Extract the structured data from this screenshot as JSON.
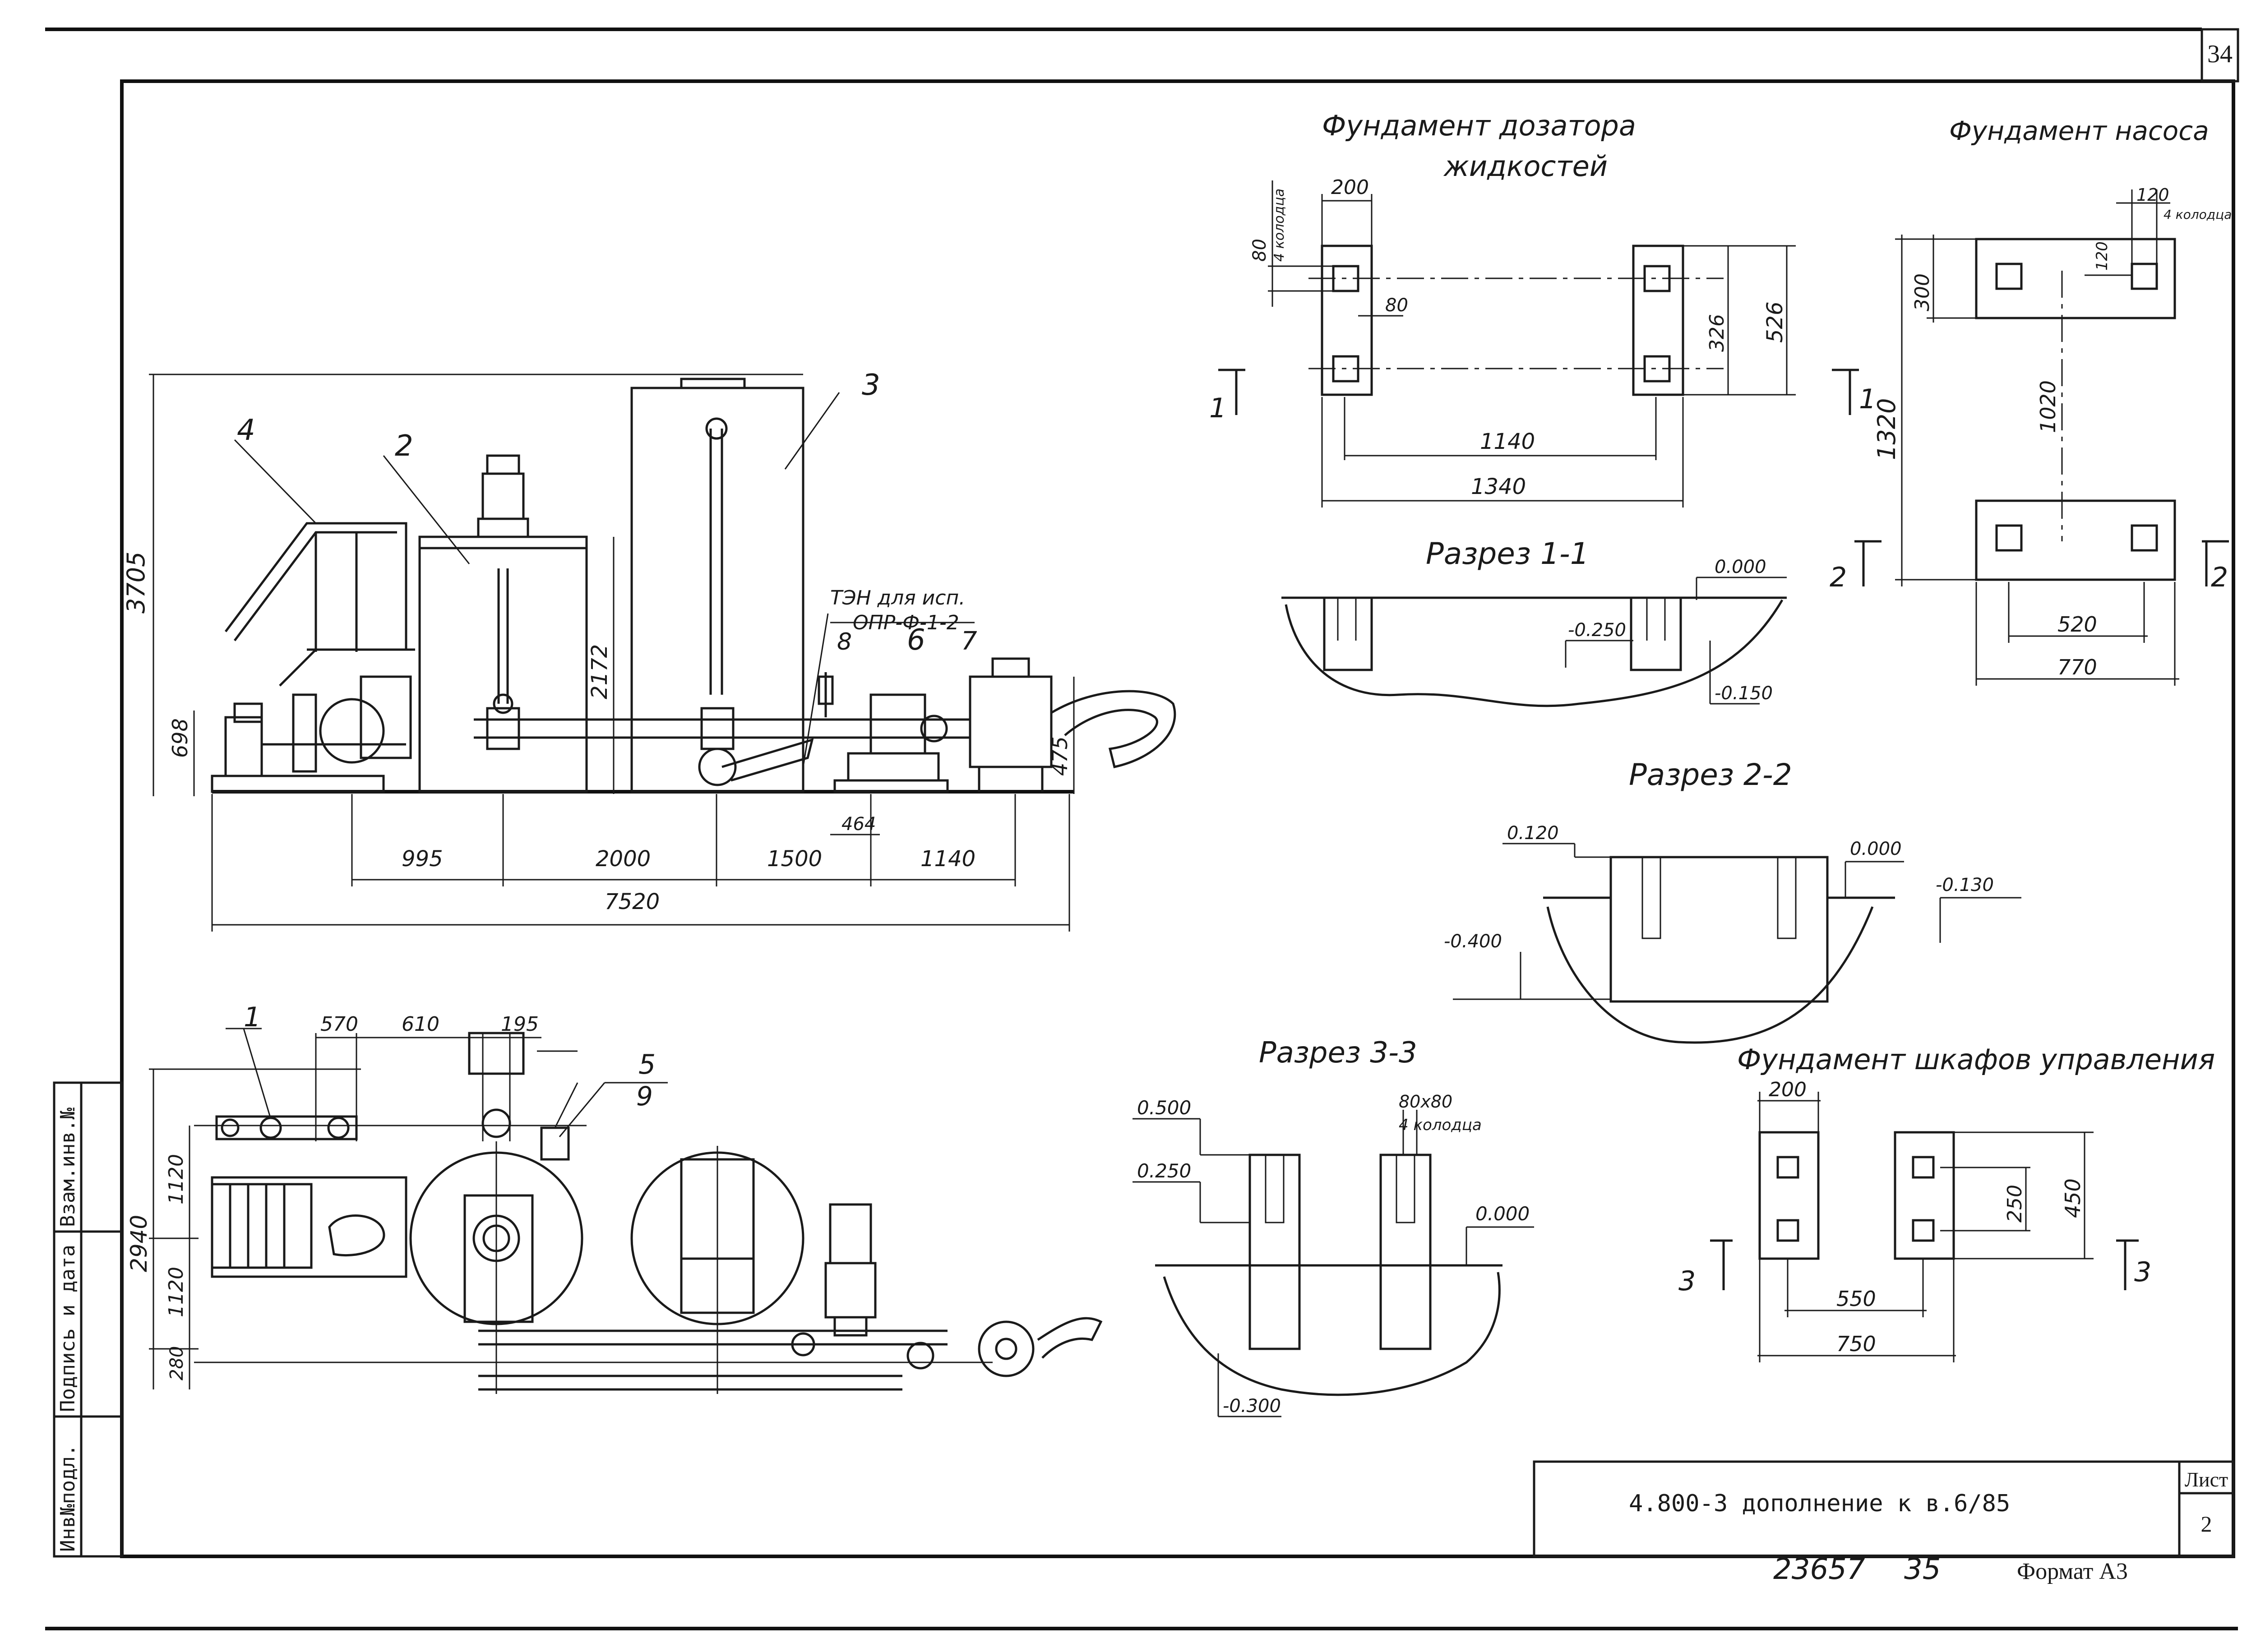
{
  "sheet_number_top": "34",
  "drawing": {
    "callouts": [
      "1",
      "2",
      "3",
      "4",
      "5",
      "6",
      "7",
      "8",
      "9"
    ],
    "elevation_dims": {
      "height": "3705",
      "tank_height": "2172",
      "low": "698",
      "pump_low": "475",
      "shaft": "464",
      "seg1": "995",
      "seg2": "2000",
      "seg3": "1500",
      "seg4": "1140",
      "total": "7520"
    },
    "ten_note_1": "ТЭН для исп.",
    "ten_note_2": "ОПР-Ф-1-2",
    "plan_dims": {
      "d570": "570",
      "d610": "610",
      "d195": "195",
      "d2940": "2940",
      "d1120a": "1120",
      "d1120b": "1120",
      "d280": "280"
    }
  },
  "foundation_doser": {
    "title_line1": "Фундамент дозатора",
    "title_line2": "жидкостей",
    "dims": [
      "200",
      "80",
      "4 колодца",
      "80",
      "326",
      "526",
      "1140",
      "1340"
    ],
    "section_mark": "1"
  },
  "foundation_pump": {
    "title": "Фундамент насоса",
    "dims": [
      "120",
      "4 колодца",
      "120",
      "300",
      "1320",
      "1020",
      "520",
      "770"
    ],
    "section_mark_1": "1",
    "section_mark_2": "2"
  },
  "section_1_1": {
    "title": "Разрез 1-1",
    "levels": [
      "0.000",
      "-0.250",
      "-0.150"
    ]
  },
  "section_2_2": {
    "title": "Разрез 2-2",
    "levels": [
      "0.120",
      "0.000",
      "-0.130",
      "-0.400"
    ]
  },
  "section_3_3": {
    "title": "Разрез 3-3",
    "levels": [
      "0.500",
      "0.250",
      "0.000",
      "-0.300"
    ],
    "note_1": "80х80",
    "note_2": "4 колодца"
  },
  "foundation_cabinets": {
    "title": "Фундамент шкафов управления",
    "dims": [
      "200",
      "250",
      "450",
      "550",
      "750"
    ],
    "section_mark": "3"
  },
  "side_stamp": {
    "col1": "Инв№подл.",
    "col2": "Подпись и дата",
    "col3": "Взам.инв.№"
  },
  "title_block": {
    "designation": "4.800-3  дополнение к в.6/85",
    "sheet_label": "Лист",
    "sheet_no": "2",
    "handwritten_a": "23657",
    "handwritten_b": "35",
    "format": "Формат А3"
  }
}
